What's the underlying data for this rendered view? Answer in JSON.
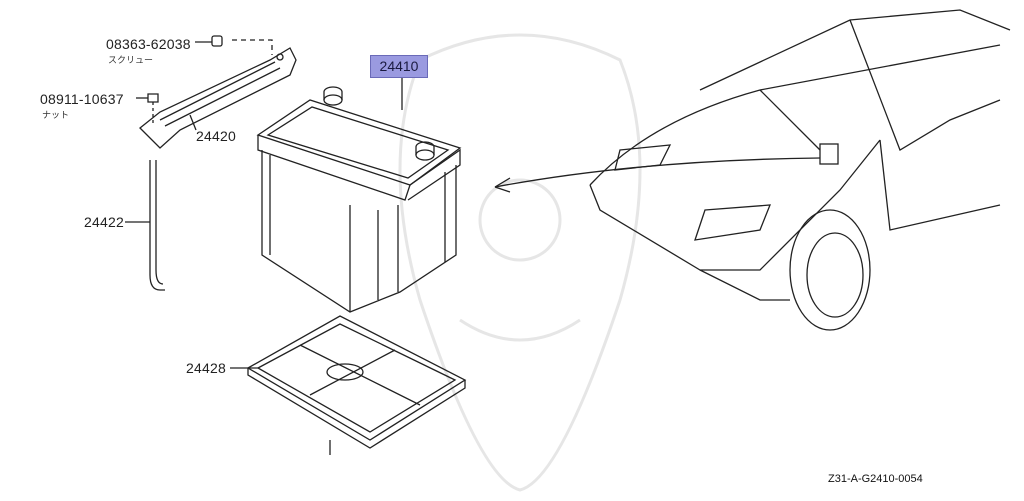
{
  "parts": [
    {
      "number": "08363-62038",
      "name": "スクリュー"
    },
    {
      "number": "08911-10637",
      "name": "ナット"
    },
    {
      "number": "24420"
    },
    {
      "number": "24410",
      "highlighted": true
    },
    {
      "number": "24422"
    },
    {
      "number": "24428"
    }
  ],
  "diagram_code": "Z31-A-G2410-0054",
  "colors": {
    "highlight": "#9a9ae0",
    "line": "#222222"
  }
}
